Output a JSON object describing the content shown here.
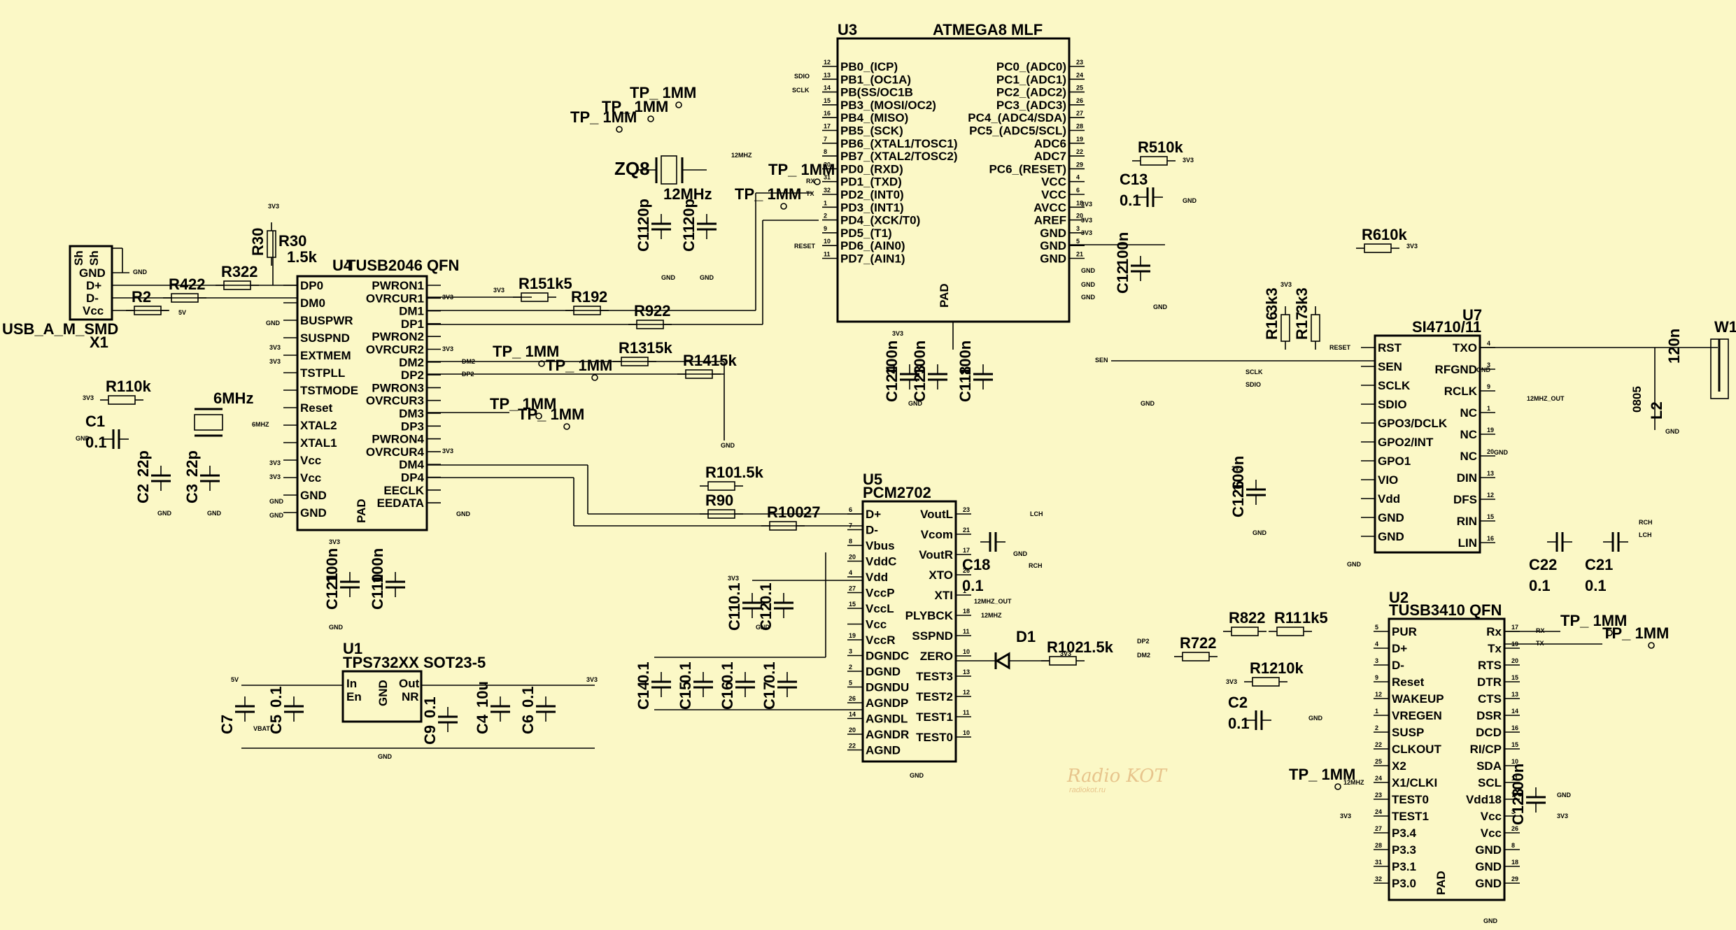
{
  "colors": {
    "background": "#fbf8c6",
    "ink": "#000000",
    "watermark": "#e7c48c"
  },
  "ics": {
    "u3": {
      "ref": "U3",
      "part": "ATMEGA8   MLF",
      "pad": "PAD",
      "left_pins": [
        "PB0_(ICP)",
        "PB1_(OC1A)",
        "PB(SS/OC1B",
        "PB3_(MOSI/OC2)",
        "PB4_(MISO)",
        "PB5_(SCK)",
        "PB6_(XTAL1/TOSC1)",
        "PB7_(XTAL2/TOSC2)",
        "PD0_(RXD)",
        "PD1_(TXD)",
        "PD2_(INT0)",
        "PD3_(INT1)",
        "PD4_(XCK/T0)",
        "PD5_(T1)",
        "PD6_(AIN0)",
        "PD7_(AIN1)"
      ],
      "left_nums": [
        "12",
        "13",
        "14",
        "15",
        "16",
        "17",
        "7",
        "8",
        "30",
        "31",
        "32",
        "1",
        "2",
        "9",
        "10",
        "11"
      ],
      "right_pins": [
        "PC0_(ADC0)",
        "PC1_(ADC1)",
        "PC2_(ADC2)",
        "PC3_(ADC3)",
        "PC4_(ADC4/SDA)",
        "PC5_(ADC5/SCL)",
        "ADC6",
        "ADC7",
        "PC6_(RESET)",
        "VCC",
        "VCC",
        "AVCC",
        "AREF",
        "GND",
        "GND",
        "GND"
      ],
      "right_nums": [
        "23",
        "24",
        "25",
        "26",
        "27",
        "28",
        "19",
        "22",
        "29",
        "4",
        "6",
        "18",
        "20",
        "3",
        "5",
        "21"
      ]
    },
    "u4": {
      "ref": "U4",
      "part": "TUSB2046   QFN",
      "pad": "PAD",
      "left_pins": [
        "DP0",
        "DM0",
        "BUSPWR",
        "SUSPND",
        "EXTMEM",
        "TSTPLL",
        "TSTMODE",
        "Reset",
        "XTAL2",
        "XTAL1",
        "Vcc",
        "Vcc",
        "GND",
        "GND"
      ],
      "right_pins": [
        "PWRON1",
        "OVRCUR1",
        "DM1",
        "DP1",
        "PWRON2",
        "OVRCUR2",
        "DM2",
        "DP2",
        "PWRON3",
        "OVRCUR3",
        "DM3",
        "DP3",
        "PWRON4",
        "OVRCUR4",
        "DM4",
        "DP4",
        "EECLK",
        "EEDATA"
      ]
    },
    "u5": {
      "ref": "U5",
      "part": "PCM2702",
      "left_pins": [
        "D+",
        "D-",
        "Vbus",
        "VddC",
        "Vdd",
        "VccP",
        "VccL",
        "Vcc",
        "VccR",
        "DGNDC",
        "DGND",
        "DGNDU",
        "AGNDP",
        "AGNDL",
        "AGNDR",
        "AGND"
      ],
      "left_nums": [
        "6",
        "7",
        "8",
        "20",
        "4",
        "27",
        "15",
        "",
        "19",
        "3",
        "2",
        "5",
        "26",
        "14",
        "20",
        "22"
      ],
      "right_pins": [
        "VoutL",
        "Vcom",
        "VoutR",
        "XTO",
        "XTI",
        "PLYBCK",
        "SSPND",
        "ZERO",
        "TEST3",
        "TEST2",
        "TEST1",
        "TEST0"
      ],
      "right_nums": [
        "23",
        "21",
        "17",
        "26",
        "1",
        "18",
        "11",
        "10",
        "13",
        "12",
        "11",
        "10"
      ]
    },
    "u7": {
      "ref": "U7",
      "part": "SI4710/11",
      "left_pins": [
        "RST",
        "SEN",
        "SCLK",
        "SDIO",
        "GPO3/DCLK",
        "GPO2/INT",
        "GPO1",
        "VIO",
        "Vdd",
        "GND",
        "GND"
      ],
      "right_pins": [
        "TXO",
        "RFGND",
        "RCLK",
        "NC",
        "NC",
        "NC",
        "DIN",
        "DFS",
        "RIN",
        "LIN"
      ],
      "right_nums": [
        "4",
        "3",
        "9",
        "1",
        "19",
        "20",
        "13",
        "12",
        "15",
        "16"
      ]
    },
    "u2": {
      "ref": "U2",
      "part": "TUSB3410   QFN",
      "pad": "PAD",
      "left_pins": [
        "PUR",
        "D+",
        "D-",
        "Reset",
        "WAKEUP",
        "VREGEN",
        "SUSP",
        "CLKOUT",
        "X2",
        "X1/CLKI",
        "TEST0",
        "TEST1",
        "P3.4",
        "P3.3",
        "P3.1",
        "P3.0"
      ],
      "left_nums": [
        "5",
        "4",
        "3",
        "9",
        "12",
        "1",
        "2",
        "22",
        "25",
        "24",
        "23",
        "24",
        "27",
        "28",
        "31",
        "32"
      ],
      "right_pins": [
        "Rx",
        "Tx",
        "RTS",
        "DTR",
        "CTS",
        "DSR",
        "DCD",
        "RI/CP",
        "SDA",
        "SCL",
        "Vdd18",
        "Vcc",
        "Vcc",
        "GND",
        "GND",
        "GND"
      ],
      "right_nums": [
        "17",
        "19",
        "20",
        "15",
        "13",
        "14",
        "16",
        "15",
        "10",
        "11",
        "7",
        "3",
        "26",
        "8",
        "18",
        "29"
      ]
    },
    "u1": {
      "ref": "U1",
      "part": "TPS732XX   SOT23-5",
      "pins": [
        "In",
        "En",
        "GND",
        "Out",
        "NR"
      ]
    }
  },
  "connector": {
    "ref": "X1",
    "part": "USB_A_M_SMD",
    "pins": [
      "Sh",
      "Sh",
      "GND",
      "D+",
      "D-",
      "Vcc"
    ]
  },
  "antenna": {
    "ref": "W1"
  },
  "crystals": {
    "zq8": "ZQ8",
    "zq8_freq": "12MHz",
    "xtal_6": "6MHz"
  },
  "diode": {
    "ref": "D1"
  },
  "components": {
    "r30": "R30",
    "r30v": "1.5k",
    "r4": "R4",
    "r4v": "22",
    "r3": "R3",
    "r3v": "22",
    "r2": "R2",
    "r15": "R15",
    "r15v": "1k5",
    "r19": "R19",
    "r19v": "2",
    "r9": "R9",
    "r9v": "22",
    "r13": "R13",
    "r13v": "15k",
    "r14": "R14",
    "r14v": "15k",
    "r1": "R1",
    "r1v": "10k",
    "r5": "R5",
    "r5v": "10k",
    "r6": "R6",
    "r6v": "10k",
    "r16": "R16",
    "r16v": "3k3",
    "r17": "R17",
    "r17v": "3k3",
    "r10": "R10",
    "r10v": "1.5k",
    "r9b": "R9",
    "r9bv": "0",
    "r100": "R100",
    "r100v": "27",
    "r27": "27",
    "r102": "R102",
    "r102v": "1.5k",
    "r7": "R7",
    "r7v": "22",
    "r8": "R8",
    "r8v": "22",
    "r11": "R11",
    "r11v": "1k5",
    "r12": "R12",
    "r12v": "10k",
    "c1": "C1",
    "c1v": "0.1",
    "c2": "C2",
    "c2v": "22p",
    "c3": "C3",
    "c3v": "22p",
    "c11": "C11",
    "c11v": "20p",
    "c11b": "C11",
    "c11bv": "20p",
    "c13": "C13",
    "c13v": "0.1",
    "c12": "C12",
    "c12v": "100n",
    "c124": "C124",
    "c124v": "100n",
    "c123": "C123",
    "c123v": "100n",
    "c118": "C118",
    "c118v": "100n",
    "c121": "C121",
    "c121v": "100n",
    "c110": "C110",
    "c110v": "100n",
    "c7": "C7",
    "c5": "C5",
    "c5v": "0.1",
    "c9": "C9",
    "c9v": "0.1",
    "c4": "C4",
    "c4v": "10u",
    "c6": "C6",
    "c6v": "0.1",
    "c14": "C14",
    "c14v": "0.1",
    "c15": "C15",
    "c15v": "0.1",
    "c16": "C16",
    "c16v": "0.1",
    "c17": "C17",
    "c17v": "0.1",
    "c11c": "C11",
    "c11cv": "0.1",
    "c12b": "C12",
    "c12bv": "0.1",
    "c18": "C18",
    "c18v": "0.1",
    "c126": "C126",
    "c126v": "100n",
    "c22": "C22",
    "c22v": "0.1",
    "c21": "C21",
    "c21v": "0.1",
    "c2b": "C2",
    "c2bv": "0.1",
    "c128": "C128",
    "c128v": "100n",
    "l2": "L2",
    "l2v": "0805",
    "c120": "120n"
  },
  "testpoints": {
    "tp": "TP_ 1MM"
  },
  "nets": {
    "v33": "3V3",
    "gnd": "GND",
    "v5": "5V",
    "sdio": "SDIO",
    "sclk": "SCLK",
    "sen": "SEN",
    "reset": "RESET",
    "rx": "RX",
    "tx": "TX",
    "mhz12": "12MHZ",
    "mhz12_out": "12MHZ_OUT",
    "mhz6": "6MHZ",
    "lch": "LCH",
    "rch": "RCH",
    "dm2": "DM2",
    "dp2": "DP2",
    "vbat": "VBAT"
  },
  "watermark": {
    "line1": "Radio KOT",
    "line2": "radiokot.ru"
  }
}
